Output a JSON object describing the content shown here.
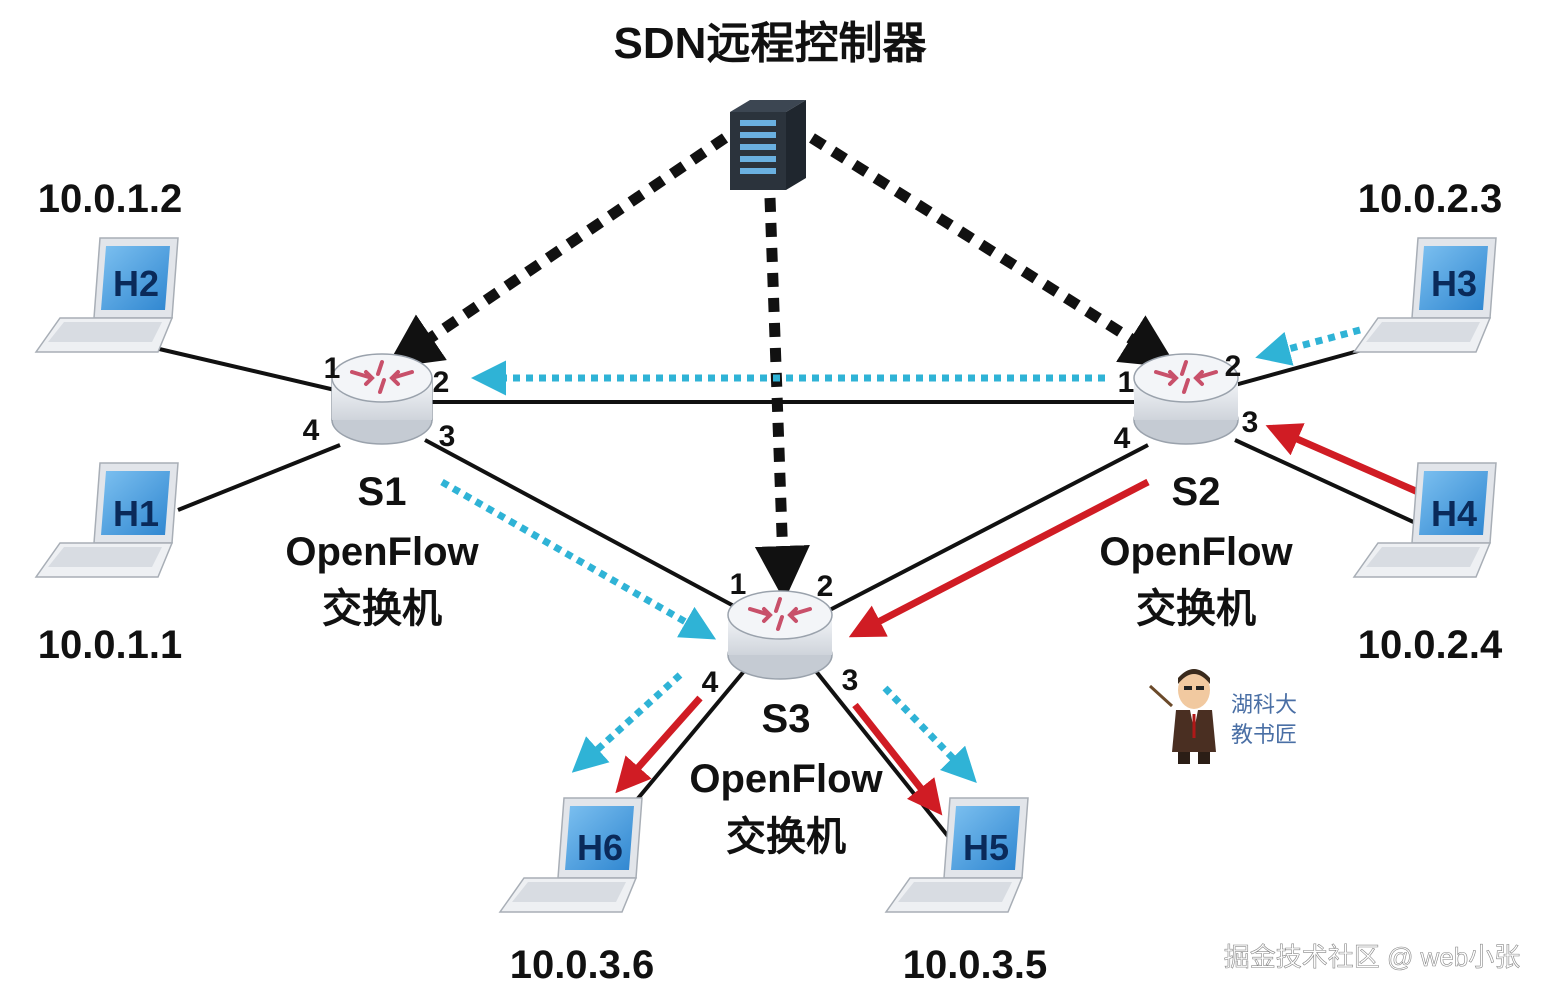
{
  "controller": {
    "label": "SDN远程控制器"
  },
  "switches": [
    {
      "id": "s1",
      "name": "S1",
      "type_line1": "OpenFlow",
      "type_line2": "交换机",
      "ports": [
        "1",
        "2",
        "3",
        "4"
      ]
    },
    {
      "id": "s2",
      "name": "S2",
      "type_line1": "OpenFlow",
      "type_line2": "交换机",
      "ports": [
        "1",
        "2",
        "3",
        "4"
      ]
    },
    {
      "id": "s3",
      "name": "S3",
      "type_line1": "OpenFlow",
      "type_line2": "交换机",
      "ports": [
        "1",
        "2",
        "3",
        "4"
      ]
    }
  ],
  "hosts": [
    {
      "id": "h1",
      "name": "H1",
      "ip": "10.0.1.1"
    },
    {
      "id": "h2",
      "name": "H2",
      "ip": "10.0.1.2"
    },
    {
      "id": "h3",
      "name": "H3",
      "ip": "10.0.2.3"
    },
    {
      "id": "h4",
      "name": "H4",
      "ip": "10.0.2.4"
    },
    {
      "id": "h5",
      "name": "H5",
      "ip": "10.0.3.5"
    },
    {
      "id": "h6",
      "name": "H6",
      "ip": "10.0.3.6"
    }
  ],
  "branding": {
    "line1": "湖科大",
    "line2": "教书匠"
  },
  "watermark": "掘金技术社区 @ web小张",
  "colors": {
    "link": "#111111",
    "control_channel": "#111111",
    "cyan_flow": "#2fb3d6",
    "red_flow": "#d01c24",
    "switch_body": "#e6e9ee",
    "switch_arrow": "#c8506a",
    "laptop_screen": "#4fa3e6"
  }
}
